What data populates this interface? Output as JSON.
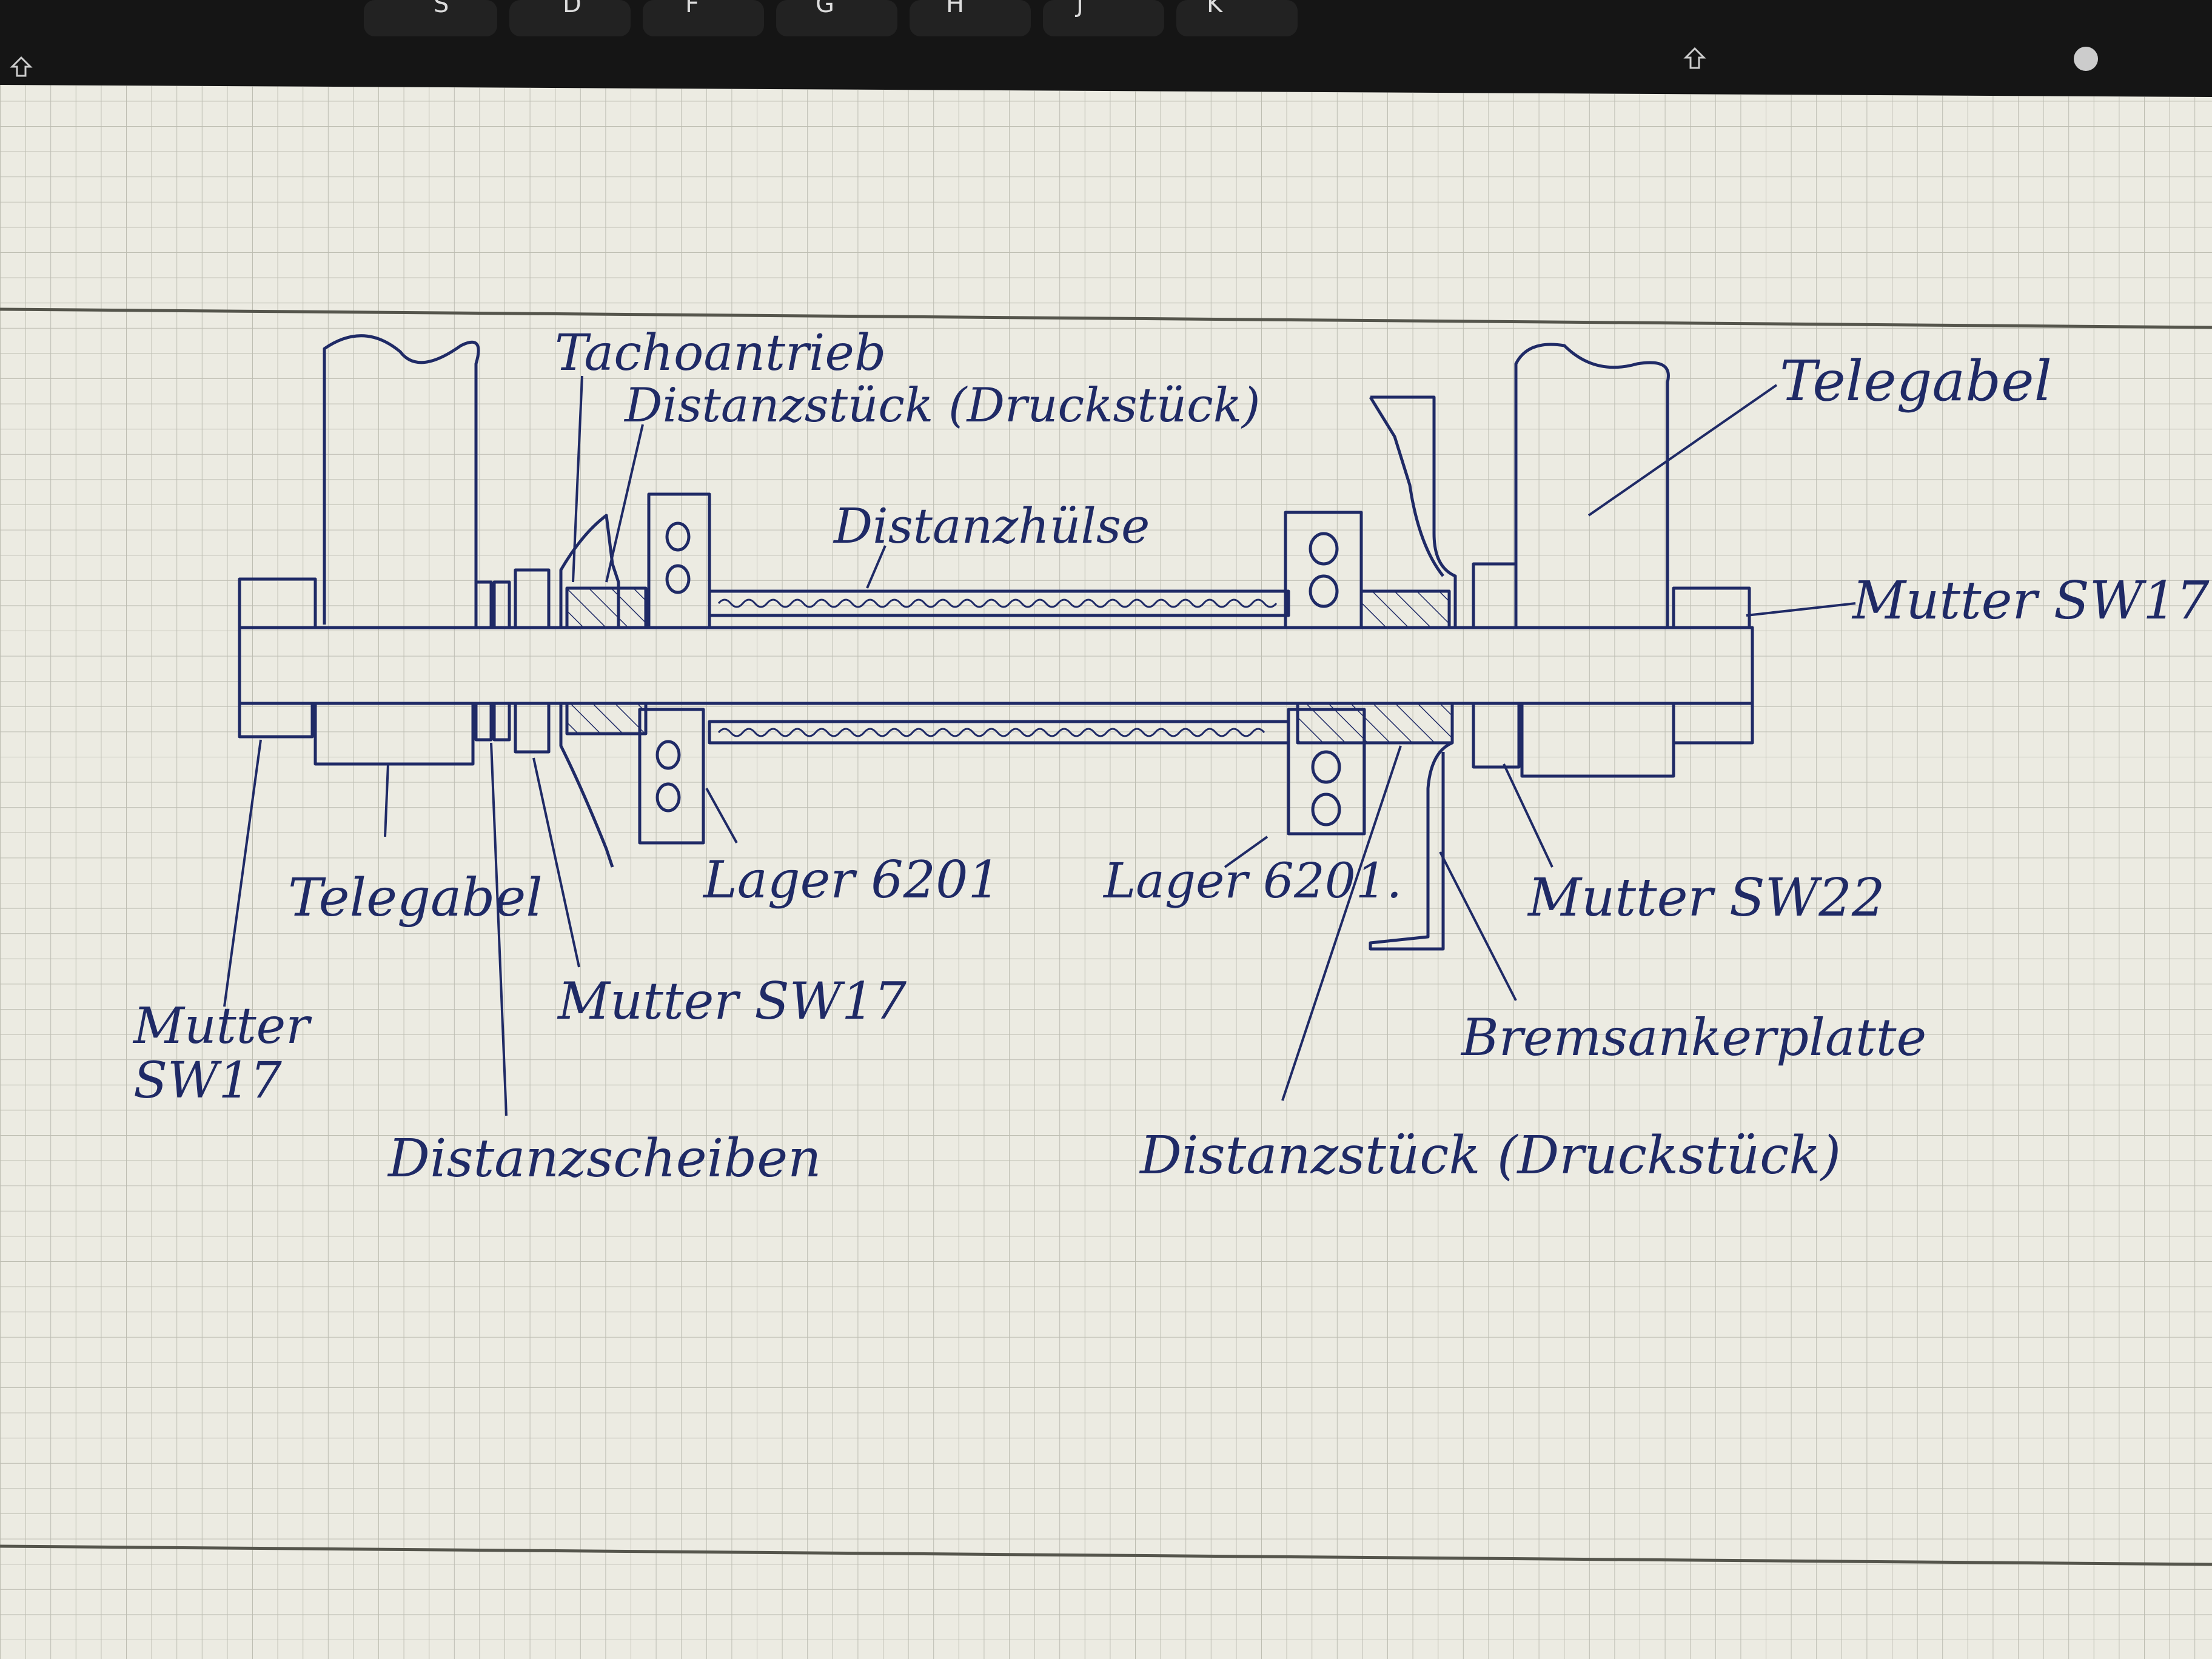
{
  "keyboard": {
    "keys": [
      "S",
      "D",
      "F",
      "G",
      "H",
      "J",
      "K"
    ]
  },
  "colors": {
    "paper": "#ecebe2",
    "grid": "#b9b9ae",
    "ink": "#1f2a66",
    "keyboard": "#151515"
  },
  "labels": {
    "tachoantrieb": "Tachoantrieb",
    "distanzstueck_top": "Distanzstück (Druckstück)",
    "distanzhuelse": "Distanzhülse",
    "telegabel_right": "Telegabel",
    "mutter_sw17_right": "Mutter SW17",
    "telegabel_left": "Telegabel",
    "mutter_sw17_left_1": "Mutter",
    "mutter_sw17_left_2": "SW17",
    "lager_left": "Lager 6201",
    "lager_right": "Lager 6201.",
    "mutter_sw22": "Mutter SW22",
    "mutter_sw17_mid": "Mutter SW17",
    "bremsankerplatte": "Bremsankerplatte",
    "distanzscheiben": "Distanzscheiben",
    "distanzstueck_bottom": "Distanzstück (Druckstück)"
  }
}
